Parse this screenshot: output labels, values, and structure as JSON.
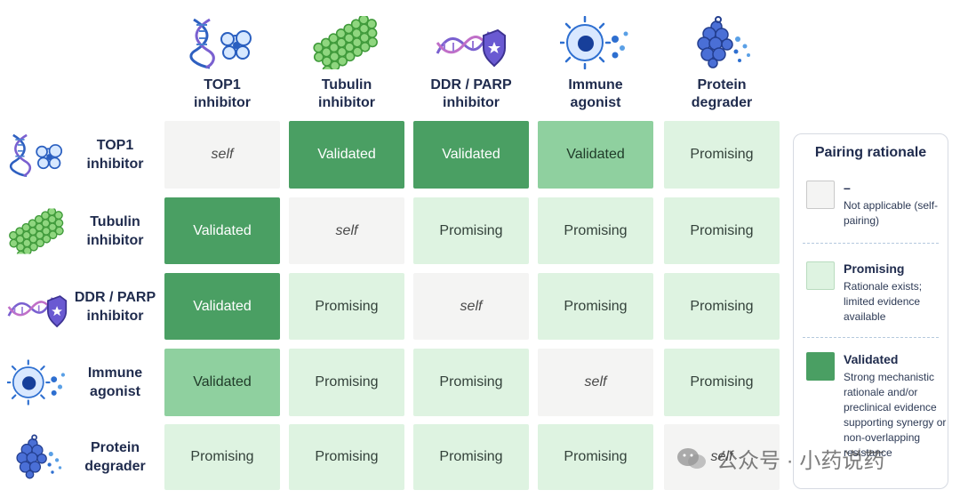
{
  "agents": [
    {
      "key": "top1",
      "line1": "TOP1",
      "line2": "inhibitor",
      "icon": "dna-cell-icon"
    },
    {
      "key": "tubulin",
      "line1": "Tubulin",
      "line2": "inhibitor",
      "icon": "microtubule-icon"
    },
    {
      "key": "ddr",
      "line1": "DDR / PARP",
      "line2": "inhibitor",
      "icon": "dna-shield-icon"
    },
    {
      "key": "immune",
      "line1": "Immune",
      "line2": "agonist",
      "icon": "immune-cell-icon"
    },
    {
      "key": "degrader",
      "line1": "Protein",
      "line2": "degrader",
      "icon": "protein-degrader-icon"
    }
  ],
  "matrix": [
    [
      {
        "text": "self",
        "kind": "self"
      },
      {
        "text": "Validated",
        "kind": "validated-strong"
      },
      {
        "text": "Validated",
        "kind": "validated-strong"
      },
      {
        "text": "Validated",
        "kind": "validated-light"
      },
      {
        "text": "Promising",
        "kind": "promising"
      }
    ],
    [
      {
        "text": "Validated",
        "kind": "validated-strong"
      },
      {
        "text": "self",
        "kind": "self"
      },
      {
        "text": "Promising",
        "kind": "promising"
      },
      {
        "text": "Promising",
        "kind": "promising"
      },
      {
        "text": "Promising",
        "kind": "promising"
      }
    ],
    [
      {
        "text": "Validated",
        "kind": "validated-strong"
      },
      {
        "text": "Promising",
        "kind": "promising"
      },
      {
        "text": "self",
        "kind": "self"
      },
      {
        "text": "Promising",
        "kind": "promising"
      },
      {
        "text": "Promising",
        "kind": "promising"
      }
    ],
    [
      {
        "text": "Validated",
        "kind": "validated-light"
      },
      {
        "text": "Promising",
        "kind": "promising"
      },
      {
        "text": "Promising",
        "kind": "promising"
      },
      {
        "text": "self",
        "kind": "self"
      },
      {
        "text": "Promising",
        "kind": "promising"
      }
    ],
    [
      {
        "text": "Promising",
        "kind": "promising"
      },
      {
        "text": "Promising",
        "kind": "promising"
      },
      {
        "text": "Promising",
        "kind": "promising"
      },
      {
        "text": "Promising",
        "kind": "promising"
      },
      {
        "text": "self",
        "kind": "self"
      }
    ]
  ],
  "legend": {
    "title": "Pairing rationale",
    "items": [
      {
        "title": "–",
        "desc": "Not applicable (self-pairing)",
        "swatch": "self"
      },
      {
        "title": "Promising",
        "desc": "Rationale exists; limited evidence available",
        "swatch": "promising"
      },
      {
        "title": "Validated",
        "desc": "Strong mechanistic rationale and/or preclinical evidence supporting synergy or non-overlapping resistance",
        "swatch": "validated"
      }
    ]
  },
  "watermark": {
    "text": "公众号 · 小药说药",
    "icon": "wechat-icon"
  },
  "colors": {
    "validated_strong": "#4a9f63",
    "validated_light": "#8fd09f",
    "promising": "#def3e1",
    "self": "#f4f4f3",
    "text_navy": "#1f2b4d",
    "icon_blue": "#2e6fd0",
    "icon_purple": "#5a4fc4",
    "icon_green": "#5cbf52"
  }
}
